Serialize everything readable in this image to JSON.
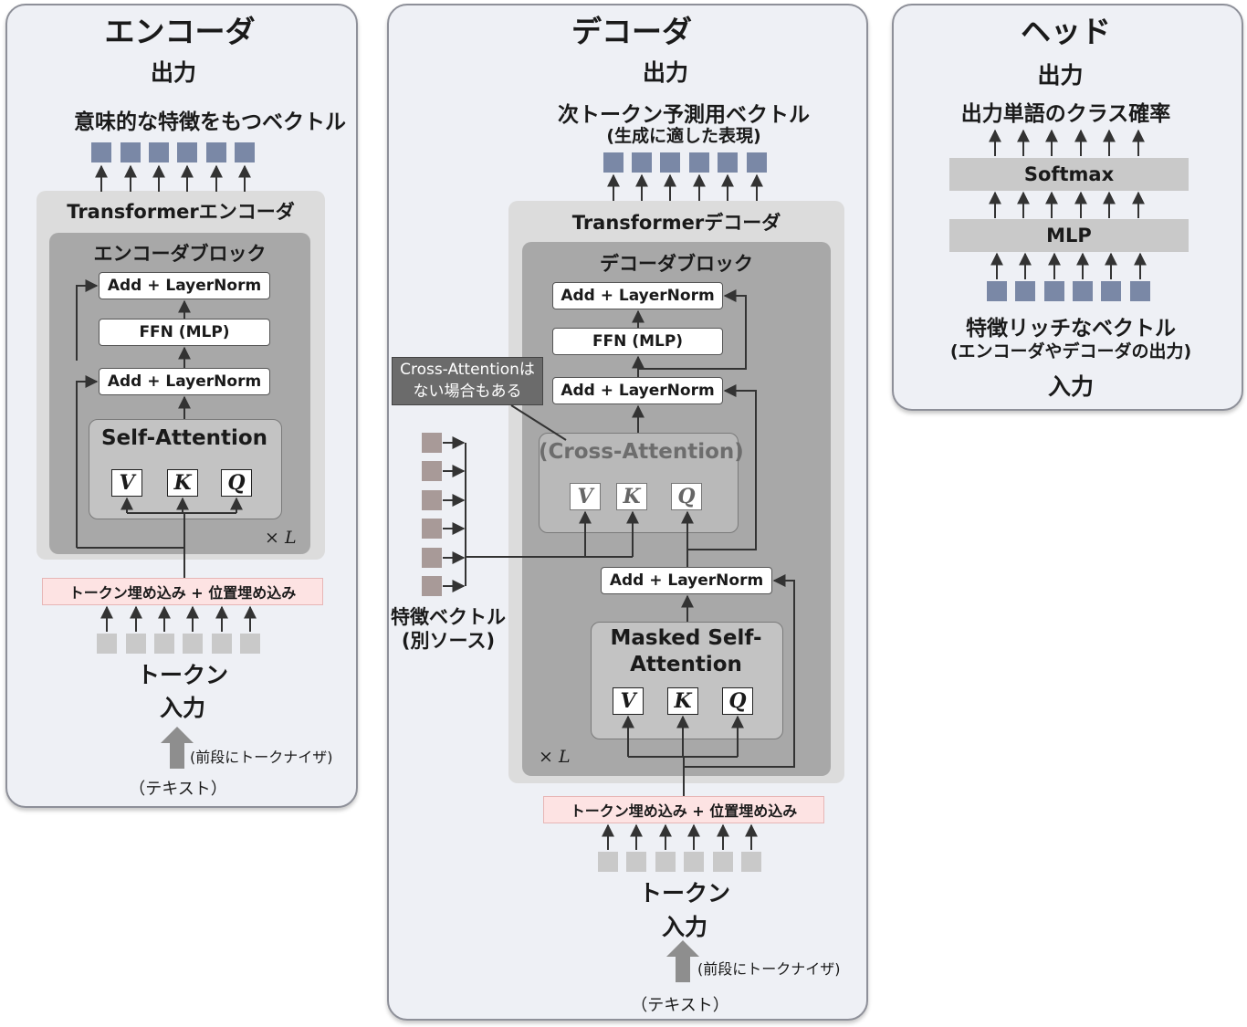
{
  "encoder": {
    "title": "エンコーダ",
    "output_label": "出力",
    "output_desc": "意味的な特徴をもつベクトル",
    "stack_label": "Transformerエンコーダ",
    "block_label": "エンコーダブロック",
    "add_norm_top": "Add + LayerNorm",
    "ffn": "FFN (MLP)",
    "add_norm_bottom": "Add + LayerNorm",
    "attention_label": "Self-Attention",
    "v": "V",
    "k": "K",
    "q": "Q",
    "repeat": "× L",
    "embedding": "トークン埋め込み + 位置埋め込み",
    "token_label": "トークン",
    "input_label": "入力",
    "tokenizer_note": "(前段にトークナイザ)",
    "text_label": "（テキスト）"
  },
  "decoder": {
    "title": "デコーダ",
    "output_label": "出力",
    "output_desc": "次トークン予測用ベクトル",
    "output_desc_sub": "(生成に適した表現)",
    "stack_label": "Transformerデコーダ",
    "block_label": "デコーダブロック",
    "add_norm_top": "Add + LayerNorm",
    "ffn": "FFN (MLP)",
    "add_norm_mid": "Add + LayerNorm",
    "cross_attention_label": "(Cross-Attention)",
    "cross_note_line1": "Cross-Attentionは",
    "cross_note_line2": "ない場合もある",
    "add_norm_bottom": "Add + LayerNorm",
    "masked_attention_line1": "Masked Self-",
    "masked_attention_line2": "Attention",
    "v": "V",
    "k": "K",
    "q": "Q",
    "repeat": "× L",
    "feature_label_line1": "特徴ベクトル",
    "feature_label_line2": "(別ソース)",
    "embedding": "トークン埋め込み + 位置埋め込み",
    "token_label": "トークン",
    "input_label": "入力",
    "tokenizer_note": "(前段にトークナイザ)",
    "text_label": "（テキスト）"
  },
  "head": {
    "title": "ヘッド",
    "output_label": "出力",
    "output_desc": "出力単語のクラス確率",
    "softmax": "Softmax",
    "mlp": "MLP",
    "feature_desc_line1": "特徴リッチなベクトル",
    "feature_desc_line2": "(エンコーダやデコーダの出力)",
    "input_label": "入力"
  },
  "colors": {
    "panel_bg": "#eef0f5",
    "vector_blue": "#7a88a6",
    "token_gray": "#c9c9c9",
    "embedding_pink": "#fde3e3",
    "block_gray": "#a8a8a8"
  }
}
